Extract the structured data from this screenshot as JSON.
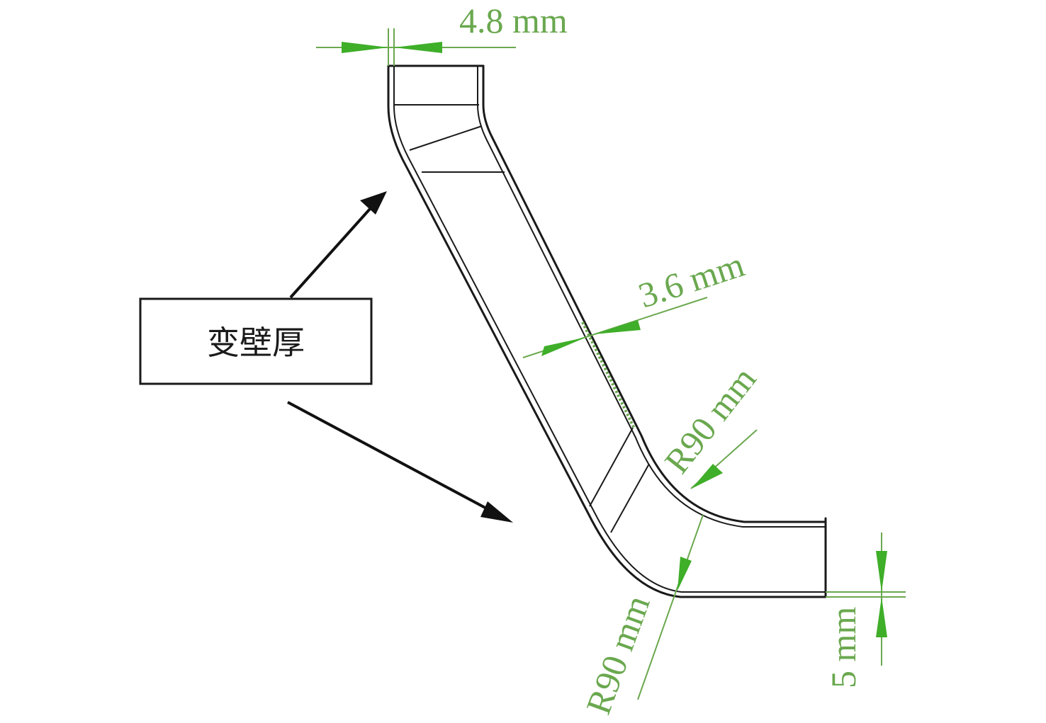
{
  "dimensions": {
    "top_width": "4.8 mm",
    "mid_thickness": "3.6 mm",
    "inner_radius": "R90 mm",
    "outer_radius": "R90 mm",
    "bottom_thickness": "5 mm"
  },
  "label": {
    "text": "变壁厚"
  },
  "colors": {
    "dimension": "#6aa84f",
    "arrow": "#3fae29",
    "outline": "#1a1a1a"
  }
}
